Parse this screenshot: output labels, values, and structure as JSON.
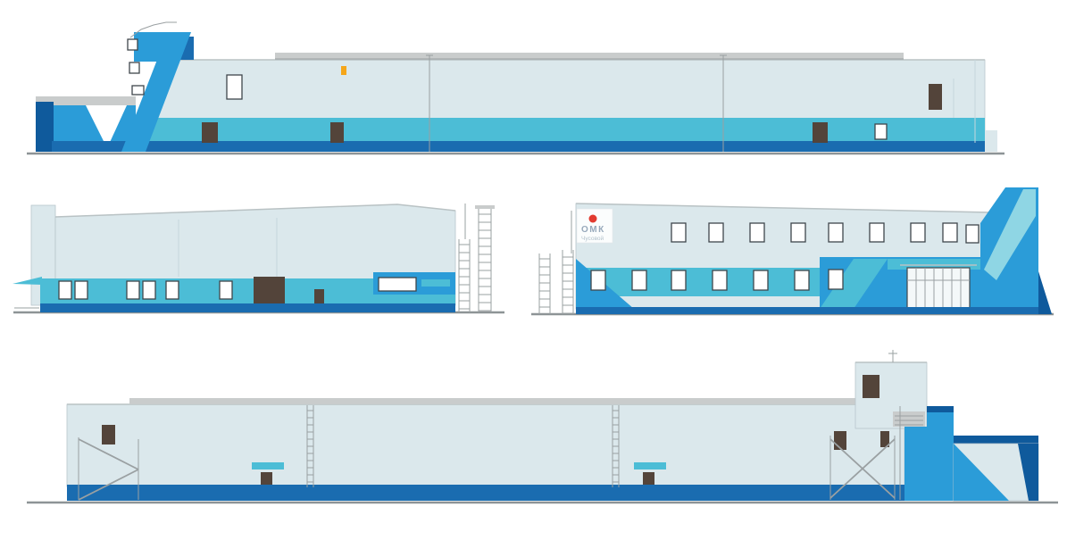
{
  "canvas": {
    "background": "#ffffff"
  },
  "logo": {
    "company": "ОМК",
    "site": "Чусовой"
  },
  "colors": {
    "wall_light": "#dbe8ec",
    "band_cyan": "#4cbdd6",
    "cyan_light": "#8fd6e4",
    "blue_mid": "#2b9cd8",
    "blue_dark": "#1a6cb0",
    "navy_deep": "#0f5a9c",
    "door_brown": "#53443a",
    "roof_gray": "#c9cccc",
    "line_gray": "#9aa0a2",
    "ground_gray": "#8d9496",
    "frame_dark": "#3f464c",
    "accent_red": "#e23b30",
    "accent_yellow": "#f5a61a",
    "text_logo": "#97a9bb",
    "text_logo_light": "#b3c2cc"
  },
  "elevations": [
    {
      "id": "elevation-1-top-long"
    },
    {
      "id": "elevation-2-left-end"
    },
    {
      "id": "elevation-3-entrance-front"
    },
    {
      "id": "elevation-4-bottom-long"
    }
  ]
}
